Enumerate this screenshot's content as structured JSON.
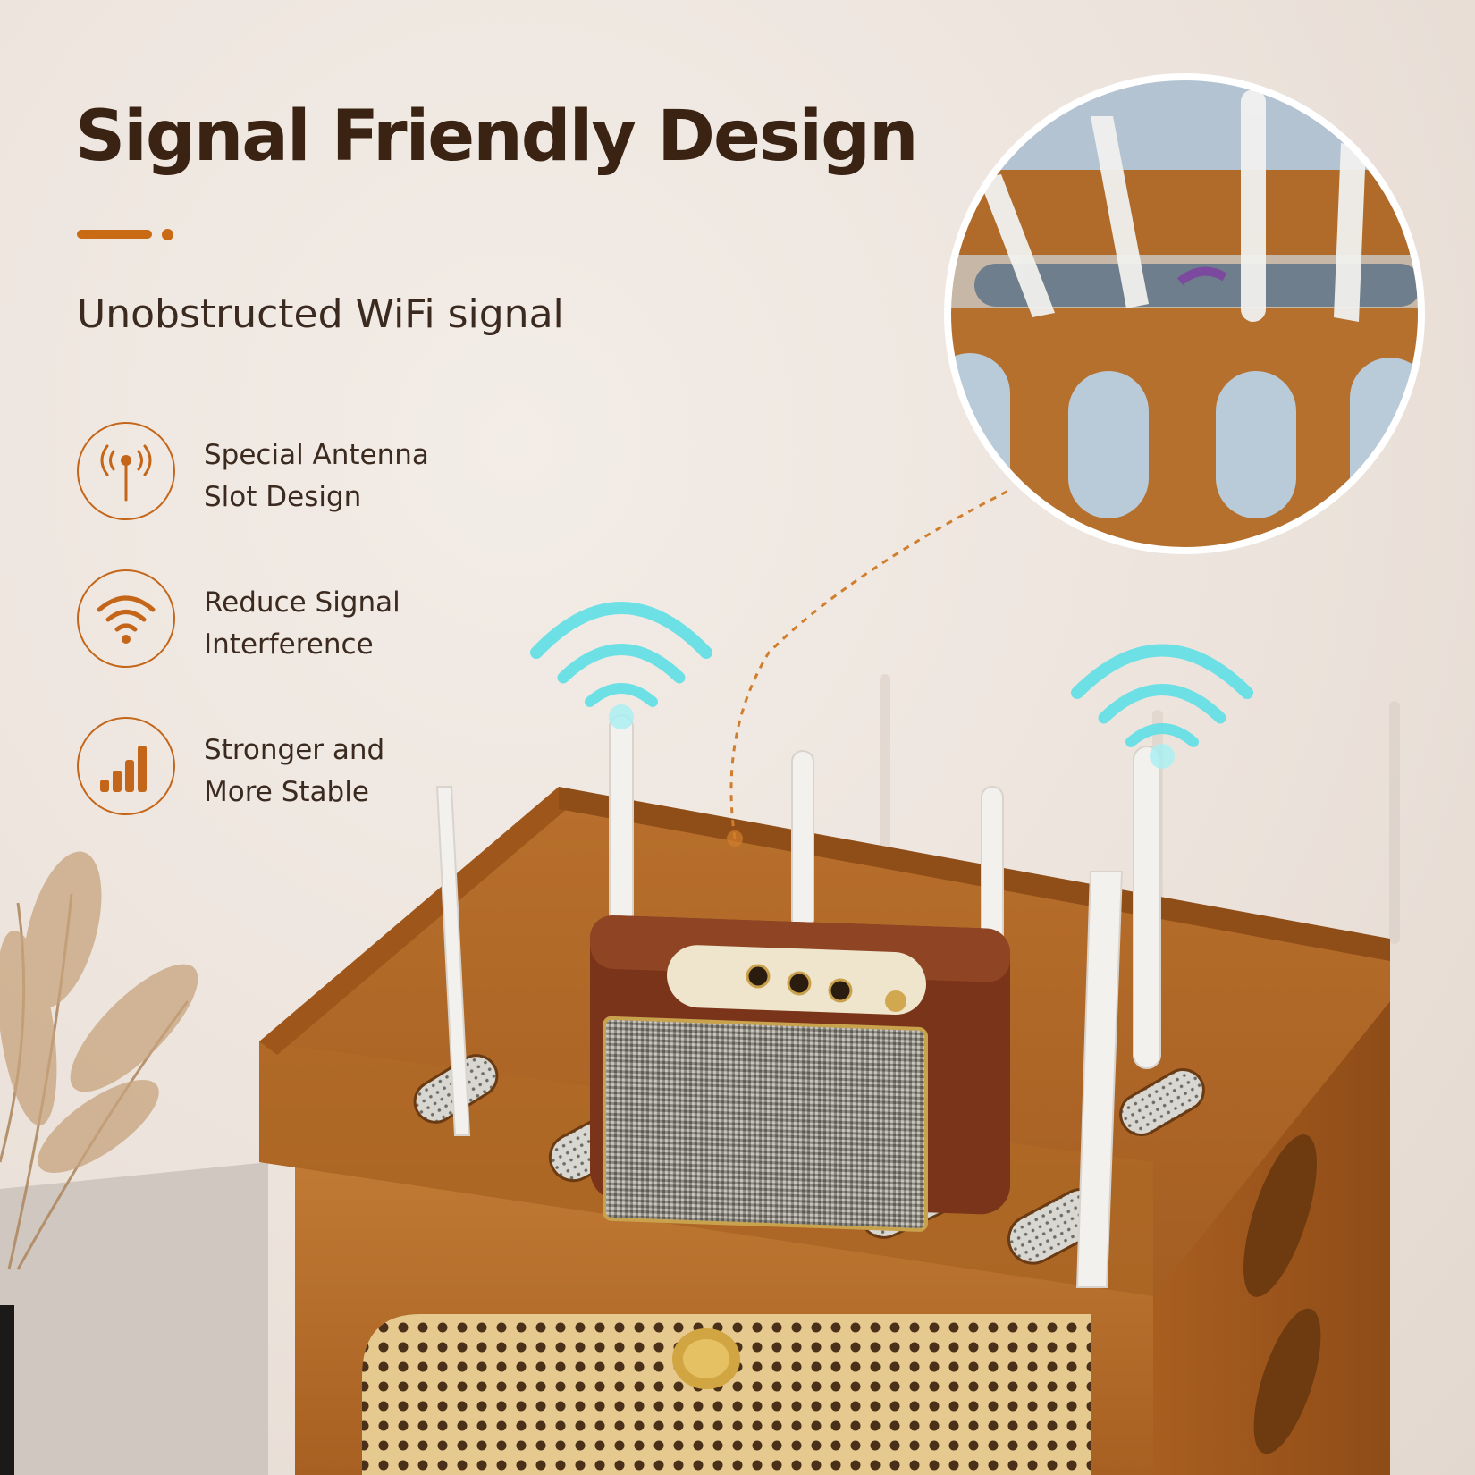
{
  "headline": "Signal Friendly Design",
  "subheadline": "Unobstructed WiFi signal",
  "features": [
    {
      "icon": "antenna-icon",
      "line1": "Special Antenna",
      "line2": "Slot Design"
    },
    {
      "icon": "wifi-icon",
      "line1": "Reduce Signal",
      "line2": "Interference"
    },
    {
      "icon": "signal-bars-icon",
      "line1": "Stronger and",
      "line2": "More Stable"
    }
  ],
  "colors": {
    "accent": "#c96a14",
    "heading": "#3a2313",
    "wood": "#b8712a",
    "wifi_waves": "#5fe0e6",
    "background": "#efe7e0"
  }
}
